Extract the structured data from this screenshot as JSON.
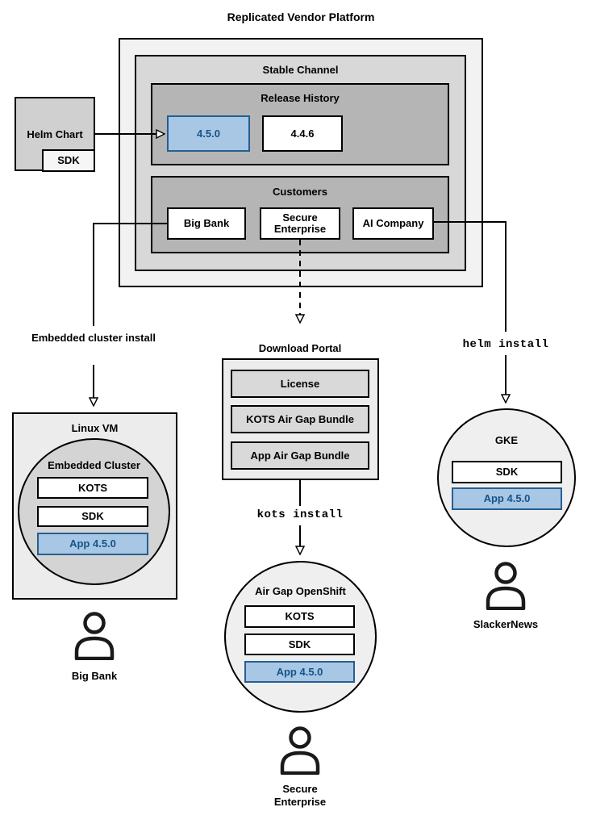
{
  "title": "Replicated Vendor Platform",
  "colors": {
    "highlight_fill": "#a8c7e4",
    "highlight_border": "#255e91",
    "highlight_text": "#15538c",
    "container_light": "#f2f2f2",
    "container_mid": "#d8d8d8",
    "container_dark": "#b5b5b5"
  },
  "icons": {
    "user": "user-icon",
    "arrow": "arrowhead-icon"
  },
  "platform": {
    "stable_channel_label": "Stable Channel",
    "release_history": {
      "label": "Release History",
      "releases": [
        "4.5.0",
        "4.4.6"
      ]
    },
    "customers": {
      "label": "Customers",
      "items": [
        "Big Bank",
        "Secure Enterprise",
        "AI Company"
      ]
    }
  },
  "helm_chart": {
    "label": "Helm Chart",
    "sdk": "SDK"
  },
  "download_portal": {
    "label": "Download Portal",
    "items": [
      "License",
      "KOTS Air Gap Bundle",
      "App Air Gap Bundle"
    ]
  },
  "flow_labels": {
    "embedded_install": "Embedded cluster install",
    "kots_install": "kots install",
    "helm_install": "helm install"
  },
  "clusters": {
    "linux_vm": {
      "label": "Linux VM",
      "cluster_label": "Embedded Cluster",
      "components": [
        "KOTS",
        "SDK",
        "App 4.5.0"
      ]
    },
    "openshift": {
      "label": "Air Gap OpenShift",
      "components": [
        "KOTS",
        "SDK",
        "App 4.5.0"
      ]
    },
    "gke": {
      "label": "GKE",
      "components": [
        "SDK",
        "App 4.5.0"
      ]
    }
  },
  "users": {
    "big_bank": "Big Bank",
    "secure_enterprise": "Secure Enterprise",
    "slackernews": "SlackerNews"
  }
}
